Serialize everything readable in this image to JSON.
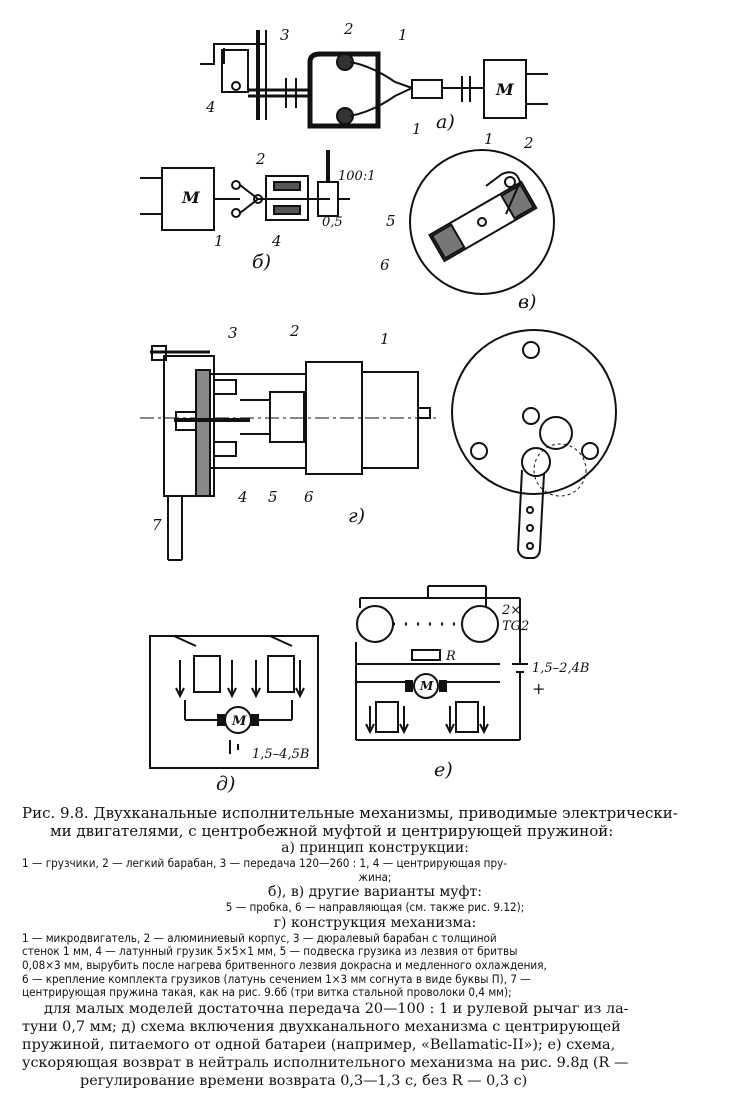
{
  "figure": {
    "a": {
      "sublabel": "а)",
      "callouts": [
        "1",
        "2",
        "3",
        "4",
        "1"
      ],
      "motor": "М"
    },
    "b": {
      "sublabel": "б)",
      "callouts": [
        "1",
        "2",
        "4"
      ],
      "ratio": "100:1",
      "value": "0,5",
      "motor": "М"
    },
    "v": {
      "sublabel": "в)",
      "callouts": [
        "1",
        "2",
        "5",
        "6"
      ]
    },
    "g": {
      "sublabel": "г)",
      "callouts": [
        "1",
        "2",
        "3",
        "4",
        "5",
        "6",
        "7"
      ]
    },
    "d": {
      "sublabel": "д)",
      "voltage": "1,5–4,5В",
      "motor": "М"
    },
    "e": {
      "sublabel": "е)",
      "transistors": "2×",
      "transistor_type": "TG2",
      "voltage": "1,5–2,4В",
      "resistor": "R",
      "plus": "+",
      "motor": "М"
    }
  },
  "caption": {
    "title_line1": "Рис. 9.8. Двухканальные исполнительные механизмы, приводимые электрически-",
    "title_line2": "ми двигателями, с центробежной муфтой и центрирующей пружиной:",
    "a_heading": "а) принцип конструкции:",
    "a_body1": "1 — грузчики, 2 — легкий барабан, 3 — передача 120—260 : 1, 4 — центрирующая пру-",
    "a_body2": "жина;",
    "bv_heading": "б), в) другие варианты муфт:",
    "bv_body": "5 — пробка, 6 — направляющая (см. также рис. 9.12);",
    "g_heading": "г) конструкция механизма:",
    "g_body1": "1 — микродвигатель, 2 — алюминиевый корпус, 3 — дюралевый барабан с толщиной",
    "g_body2": "стенок 1 мм, 4 — латунный грузик 5×5×1 мм, 5 — подвеска грузика из лезвия от бритвы",
    "g_body3": "0,08×3 мм, вырубить после нагрева бритвенного лезвия докрасна и медленного охлаждения,",
    "g_body4": "6 — крепление комплекта грузиков (латунь сечением 1×3 мм согнута в виде буквы П), 7 —",
    "g_body5": "центрирующая пружина такая, как на рис. 9.6б (три витка стальной проволоки 0,4 мм);",
    "tail1": "для малых моделей достаточна передача 20—100 : 1 и рулевой рычаг из ла-",
    "tail2": "туни 0,7 мм; д) схема включения двухканального механизма с центрирующей",
    "tail3": "пружиной, питаемого от одной батареи (например, «Bellamatic-II»); е) схема,",
    "tail4": "ускоряющая возврат в нейтраль исполнительного механизма на рис. 9.8д (R —",
    "tail5": "регулирование времени возврата 0,3—1,3 с, без R — 0,3 с)"
  }
}
